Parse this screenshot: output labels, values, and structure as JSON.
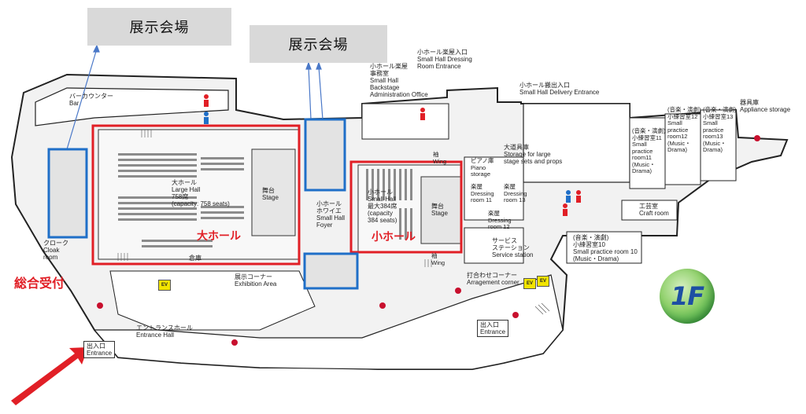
{
  "exhibition_venue_label": "展示会場",
  "reception_label": "総合受付",
  "large_hall_highlight_label": "大ホール",
  "small_hall_highlight_label": "小ホール",
  "floor_label": "1F",
  "colors": {
    "highlight_red": "#e11f26",
    "highlight_blue": "#1f6fc8",
    "floor_area": "#f0f0f0",
    "stage": "#e6e6e6"
  },
  "rooms": {
    "bar": "バーカウンター\nBar",
    "cloak": "クローク\nCloak\nroom",
    "large_hall": "大ホール\nLarge Hall\n758席\n(capacity: 758 seats)",
    "stage_large": "舞台\nStage",
    "small_hall_foyer": "小ホール\nホワイエ\nSmall Hall\nFoyer",
    "small_hall": "小ホール\nSmall Hall\n最大384席\n(capacity\n384 seats)",
    "stage_small": "舞台\nStage",
    "small_hall_backstage": "小ホール楽屋\n事務室\nSmall Hall\nBackstage\nAdministration Office",
    "small_hall_dressing_entrance": "小ホール楽屋入口\nSmall Hall Dressing\nRoom Entrance",
    "small_hall_delivery_entrance": "小ホール搬出入口\nSmall Hall Delivery Entrance",
    "large_storage": "大道具庫\nStorage for large\nstage sets and props",
    "piano_storage": "ピアノ庫\nPiano\nstorage",
    "dressing_11": "楽屋\nDressing\nroom 11",
    "dressing_12": "楽屋\nDressing\nroom 12",
    "dressing_13": "楽屋\nDressing\nroom 13",
    "wing_top": "袖\nWing",
    "wing_bottom": "袖\nWing",
    "service_station": "サービス\nステーション\nService station",
    "practice_11": "(音楽・演劇)\n小練習室11\nSmall\npractice\nroom11\n(Music・\nDrama)",
    "practice_12": "(音楽・演劇)\n小練習室12\nSmall\npractice\nroom12\n(Music・\nDrama)",
    "practice_13": "(音楽・演劇)\n小練習室13\nSmall\npractice\nroom13\n(Music・\nDrama)",
    "appliance_storage": "器具庫\nAppliance storage",
    "craft_room": "工芸室\nCraft room",
    "practice_10": "(音楽・演劇)\n小練習室10\nSmall practice room 10\n(Music・Drama)",
    "meeting_corner": "打合わせコーナー\nArragement corner",
    "exhibition_area": "展示コーナー\nExhibition Area",
    "storehouse": "倉庫",
    "entrance_hall": "エントランスホール\nEntrance Hall",
    "entrance_main": "出入口\nEntrance",
    "entrance_right": "出入口\nEntrance",
    "ev": "EV"
  }
}
